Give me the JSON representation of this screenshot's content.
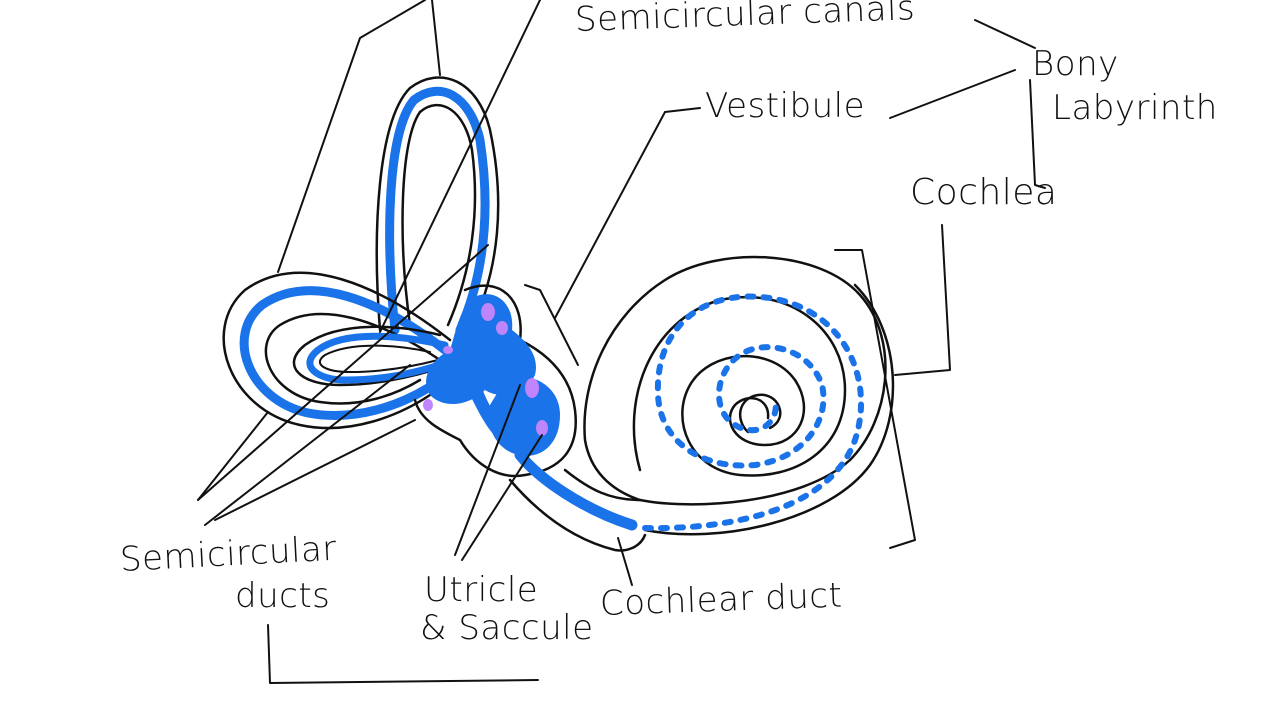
{
  "labels": {
    "semicircular_canals": "Semicircular canals",
    "bony": "Bony",
    "labyrinth": "Labyrinth",
    "vestibule": "Vestibule",
    "cochlea": "Cochlea",
    "semicircular_ducts_line1": "Semicircular",
    "semicircular_ducts_line2": "ducts",
    "utricle_line1": "Utricle",
    "utricle_line2": "& Saccule",
    "cochlear_duct": "Cochlear duct"
  },
  "colors": {
    "ink": "#111111",
    "membranous_duct": "#1a73e8",
    "macula": "#c084fc",
    "background": "#ffffff"
  }
}
